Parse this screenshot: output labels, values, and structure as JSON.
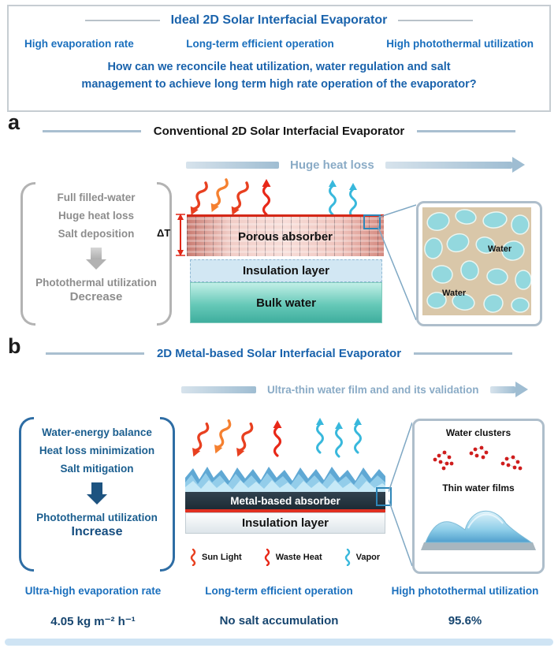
{
  "colors": {
    "primary_blue": "#1a63ac",
    "feature_blue": "#1a6fbd",
    "steel_arrow": "#9fbdd2",
    "gray_text": "#8d8d8d",
    "dark_blue_text": "#1b5e8f",
    "deep_navy_value": "#16456f",
    "sun_red": "#e84020",
    "sun_orange": "#f58030",
    "vapor_blue": "#38b8dc",
    "absorber_red_edge": "#d42818"
  },
  "header": {
    "title": "Ideal 2D Solar Interfacial Evaporator",
    "features": [
      "High evaporation rate",
      "Long-term efficient operation",
      "High photothermal utilization"
    ],
    "question_line1": "How can we reconcile heat utilization, water regulation and salt",
    "question_line2": "management to achieve long term high rate operation of the evaporator?"
  },
  "panel_a": {
    "label": "a",
    "title": "Conventional 2D Solar Interfacial Evaporator",
    "flow_arrow_label": "Huge heat loss",
    "issues": [
      "Full filled-water",
      "Huge heat loss",
      "Salt deposition"
    ],
    "outcome_line1": "Photothermal utilization",
    "outcome_line2": "Decrease",
    "delta_t_label": "ΔT",
    "layers": {
      "absorber": "Porous absorber",
      "insulation": "Insulation layer",
      "bulk_water": "Bulk water"
    },
    "inset": {
      "water_label": "Water"
    }
  },
  "panel_b": {
    "label": "b",
    "title": "2D Metal-based Solar Interfacial Evaporator",
    "flow_arrow_label": "Ultra-thin water film and and its validation",
    "strategies": [
      "Water-energy balance",
      "Heat loss minimization",
      "Salt mitigation"
    ],
    "outcome_line1": "Photothermal utilization",
    "outcome_line2": "Increase",
    "layers": {
      "absorber": "Metal-based absorber",
      "insulation": "Insulation layer"
    },
    "legend": [
      {
        "label": "Sun Light"
      },
      {
        "label": "Waste Heat"
      },
      {
        "label": "Vapor"
      }
    ],
    "inset": {
      "clusters_label": "Water clusters",
      "films_label": "Thin water films"
    }
  },
  "footer": {
    "metrics": [
      {
        "title": "Ultra-high evaporation rate",
        "value": "4.05 kg m⁻² h⁻¹"
      },
      {
        "title": "Long-term efficient operation",
        "value": "No salt accumulation"
      },
      {
        "title": "High photothermal utilization",
        "value": "95.6%"
      }
    ]
  }
}
